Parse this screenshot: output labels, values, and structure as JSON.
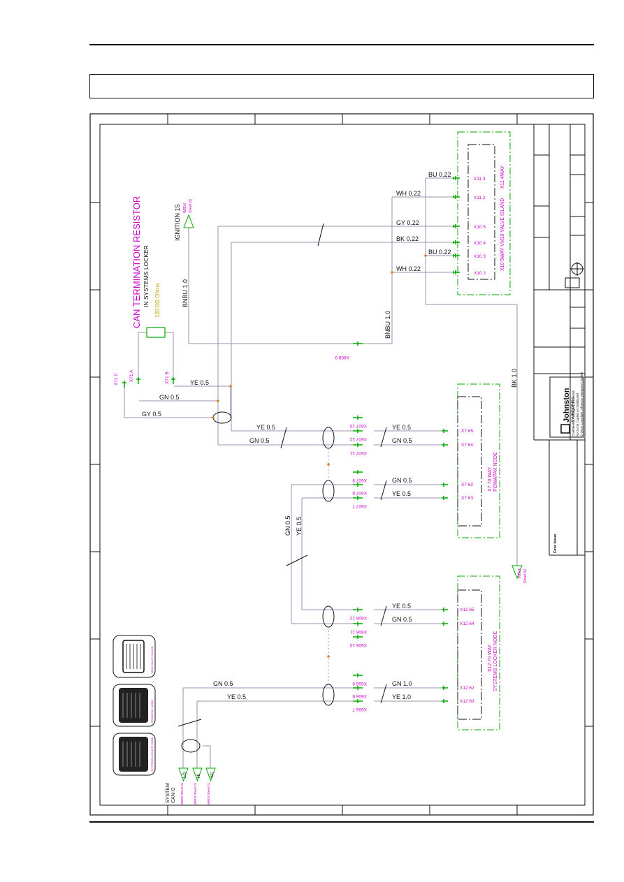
{
  "title": {
    "heading": "CAN TERMINATION RESISTOR",
    "sub": "IN SYSTEMS LOCKER",
    "value": "120.0Ω Ohms"
  },
  "ignition": {
    "label": "IGNITION 15",
    "ref_a": "WB0X",
    "ref_b": "Sheet 16"
  },
  "wires": {
    "bnbu_left": "BNBU 1.0",
    "bnbu_mid": "BNBU 1.0",
    "bk": "BK 1.0",
    "bu1": "BU 0.22",
    "wh1": "WH 0.22",
    "gy": "GY 0.22",
    "bk2": "BK 0.22",
    "bu2": "BU 0.22",
    "wh2": "WH 0.22",
    "ye_res": "YE 0.5",
    "gn_res": "GN 0.5",
    "gy_res": "GY 0.5",
    "x7_ye_l": "YE 0.5",
    "x7_gn_l": "GN 0.5",
    "x7_ye_65": "YE 0.5",
    "x7_gn_64": "GN 0.5",
    "x7_gn_62": "GN 0.5",
    "x7_ye_63": "YE 0.5",
    "vert_gn": "GN 0.5",
    "vert_ye": "YE 0.5",
    "x12_ye_65": "YE 0.5",
    "x12_gn_64": "GN 0.5",
    "x12_gn_62": "GN 1.0",
    "x12_ye_63": "YE 1.0",
    "sys_gn": "GN 0.5",
    "sys_ye": "YE 0.5"
  },
  "connectors": {
    "x71c": "X71 C",
    "x71a": "X71 A",
    "x71b": "X71 B",
    "x808_9": "X808 9",
    "x11_3": "X11 3",
    "x11_2": "X11 2",
    "x10_5": "X10 5",
    "x10_4": "X10 4",
    "x10_3": "X10 3",
    "x10_2": "X10 2",
    "x607": [
      "X607 10",
      "X607 12",
      "X607 11",
      "X607 9",
      "X607 8",
      "X607 7"
    ],
    "x606": [
      "X606 12",
      "X606 11",
      "X606 10",
      "X606 9",
      "X606 8",
      "X606 7"
    ],
    "x7": [
      "X7 65",
      "X7 64",
      "X7 62",
      "X7 63"
    ],
    "x12": [
      "X12 65",
      "X12 64",
      "X12 62",
      "X12 63"
    ]
  },
  "modules": {
    "valve_island_a": "X11 4WAY",
    "valve_island_b": "X10 5WAY VM10 VALVE ISLAND",
    "powapak_a": "X7 70 WAY",
    "powapak_b": "POWAPAK NODE",
    "locker_a": "X12 70 WAY",
    "locker_b": "SYSTEMS LOCKER NODE"
  },
  "system_can": {
    "label_a": "SYSTEM",
    "label_b": "CAN-O",
    "lo": "LO",
    "hi": "HI",
    "sc": "SC",
    "refs": [
      "WB02 Sheet 21",
      "WB02 Sheet 21",
      "WB02 Sheet 21"
    ]
  },
  "bk_ref": {
    "a": "WB0X",
    "b": "Sheet 16"
  },
  "thumbnails": [
    "VM10 VALVE ISLAND",
    "POWAPAK NODE",
    "SYSTEMS LOCKER NODE"
  ],
  "titleblock": {
    "company": "Johnston",
    "sub": "SWEEPERS",
    "issue": "First Issue",
    "note1": "Confidential. All Rights Reserved",
    "note2": "Not to be Copied or Distributed",
    "note3": "© 2018 Copyright Johnston Sweepers Limited"
  },
  "colors": {
    "wire": "#a08cb4",
    "connector": "#00aa00",
    "label": "#cc00cc",
    "dot": "#e08020"
  }
}
